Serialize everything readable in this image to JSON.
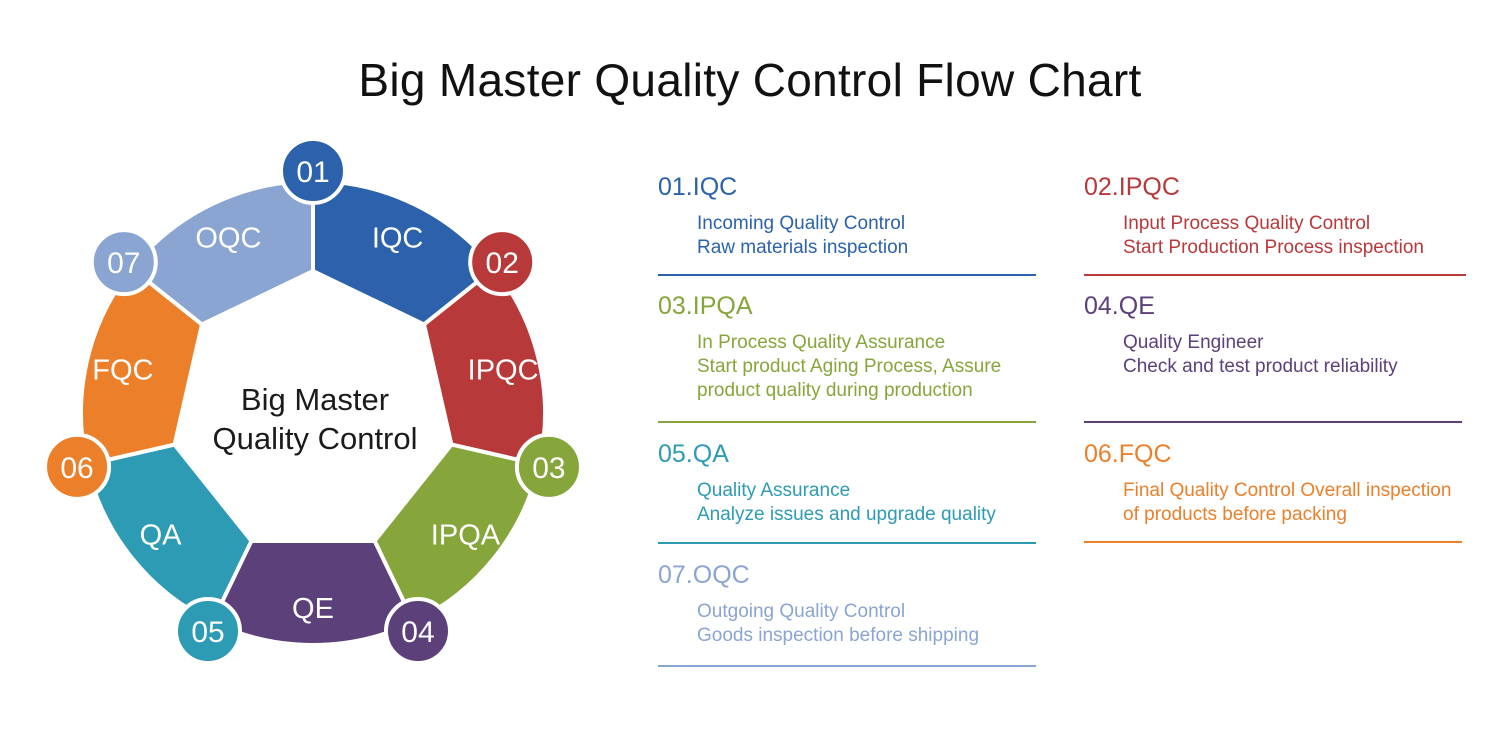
{
  "title": "Big Master Quality Control Flow Chart",
  "center": {
    "line1": "Big Master",
    "line2": "Quality Control"
  },
  "segments": [
    {
      "num": "01",
      "abbr": "IQC",
      "color": "#2b62ab"
    },
    {
      "num": "02",
      "abbr": "IPQC",
      "color": "#b8393a"
    },
    {
      "num": "03",
      "abbr": "IPQA",
      "color": "#86a53a"
    },
    {
      "num": "04",
      "abbr": "QE",
      "color": "#5c4079"
    },
    {
      "num": "05",
      "abbr": "QA",
      "color": "#2d9bb3"
    },
    {
      "num": "06",
      "abbr": "FQC",
      "color": "#ec7f2a"
    },
    {
      "num": "07",
      "abbr": "OQC",
      "color": "#8aa5d2"
    }
  ],
  "cards": [
    {
      "heading": "01.IQC",
      "color": "#2b62ab",
      "lines": [
        "Incoming Quality Control",
        "Raw materials inspection"
      ]
    },
    {
      "heading": "02.IPQC",
      "color": "#b8393a",
      "lines": [
        "Input Process Quality Control",
        "Start Production Process inspection"
      ]
    },
    {
      "heading": "03.IPQA",
      "color": "#86a53a",
      "lines": [
        "In Process Quality Assurance",
        "Start product Aging Process, Assure",
        "product quality during production"
      ]
    },
    {
      "heading": "04.QE",
      "color": "#5c4079",
      "lines": [
        "Quality Engineer",
        "Check and test product reliability"
      ]
    },
    {
      "heading": "05.QA",
      "color": "#2d9bb3",
      "lines": [
        "Quality Assurance",
        "Analyze issues and upgrade quality"
      ]
    },
    {
      "heading": "06.FQC",
      "color": "#ec7f2a",
      "lines": [
        "Final Quality Control Overall inspection",
        "of products before packing"
      ]
    },
    {
      "heading": "07.OQC",
      "color": "#8aa5d2",
      "lines": [
        "Outgoing Quality Control",
        "Goods inspection before shipping"
      ]
    }
  ]
}
